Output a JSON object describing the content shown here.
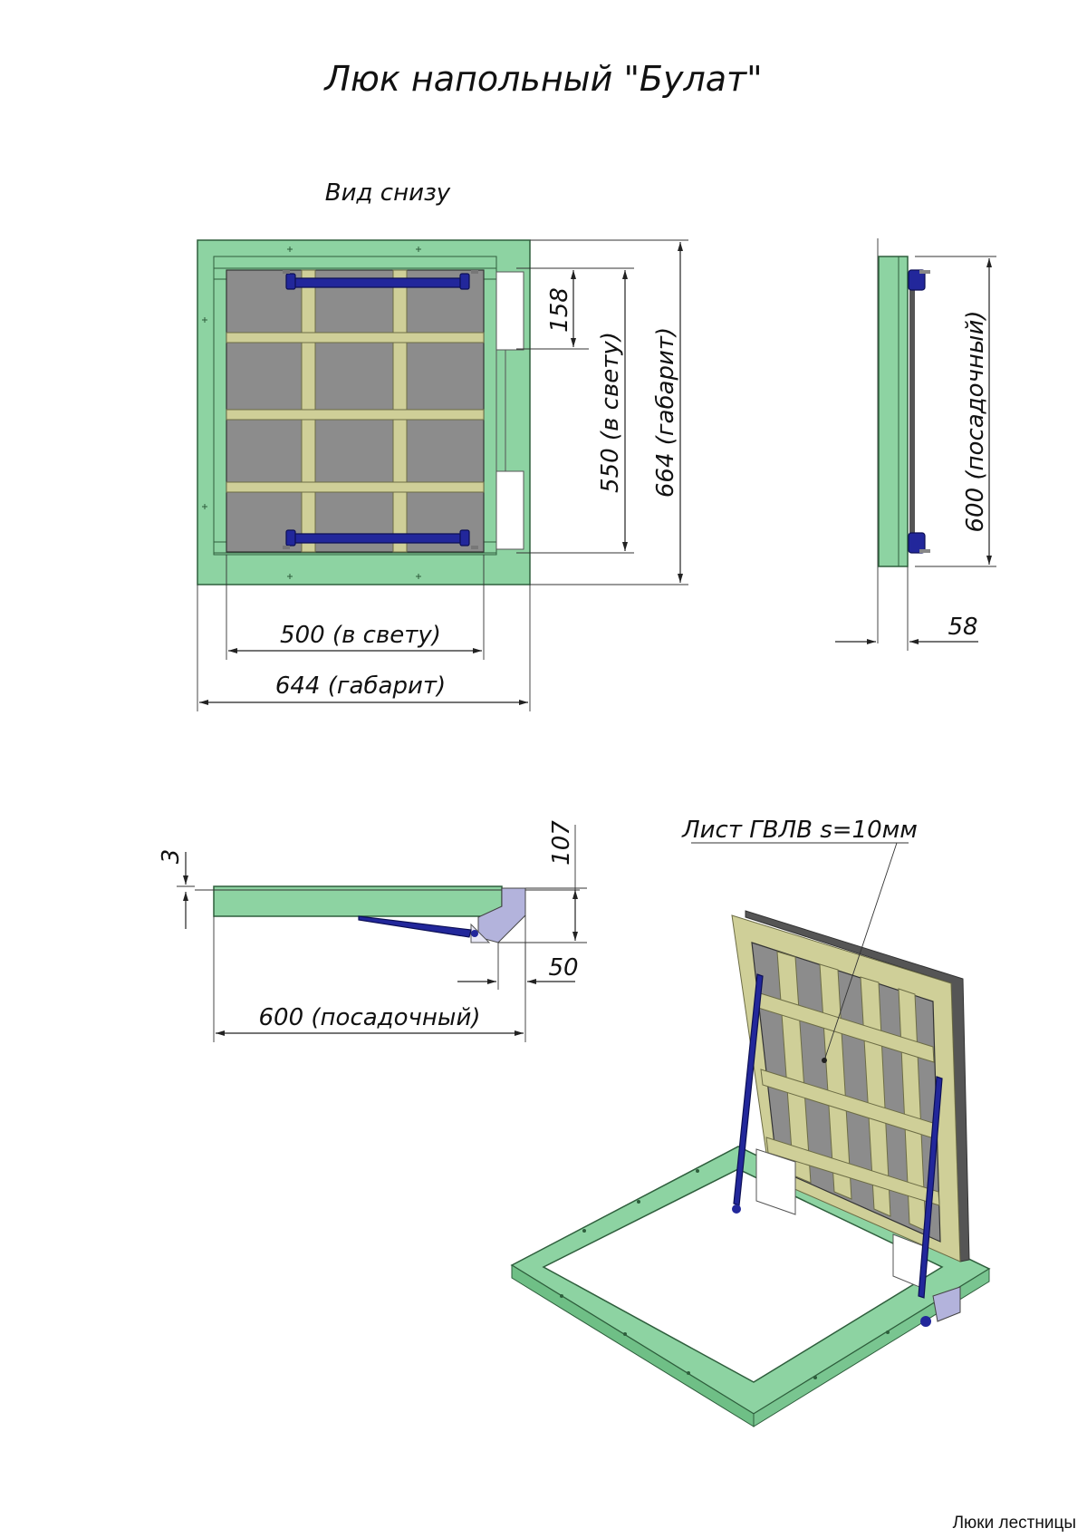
{
  "title": "Люк напольный \"Булат\"",
  "bottom_view_label": "Вид снизу",
  "dims": {
    "d158": "158",
    "d550": "550 (в свету)",
    "d664": "664 (габарит)",
    "d600_side": "600 (посадочный)",
    "d58": "58",
    "d500": "500 (в свету)",
    "d644": "644 (габарит)",
    "d3": "3",
    "d107": "107",
    "d50": "50",
    "d600_section": "600 (посадочный)"
  },
  "callout_sheet": "Лист ГВЛВ s=10мм",
  "footer": "Люки лестницы",
  "colors": {
    "frame": "#8dd3a2",
    "rib": "#cfcf98",
    "board": "#8c8c8c",
    "strut": "#22279b"
  }
}
